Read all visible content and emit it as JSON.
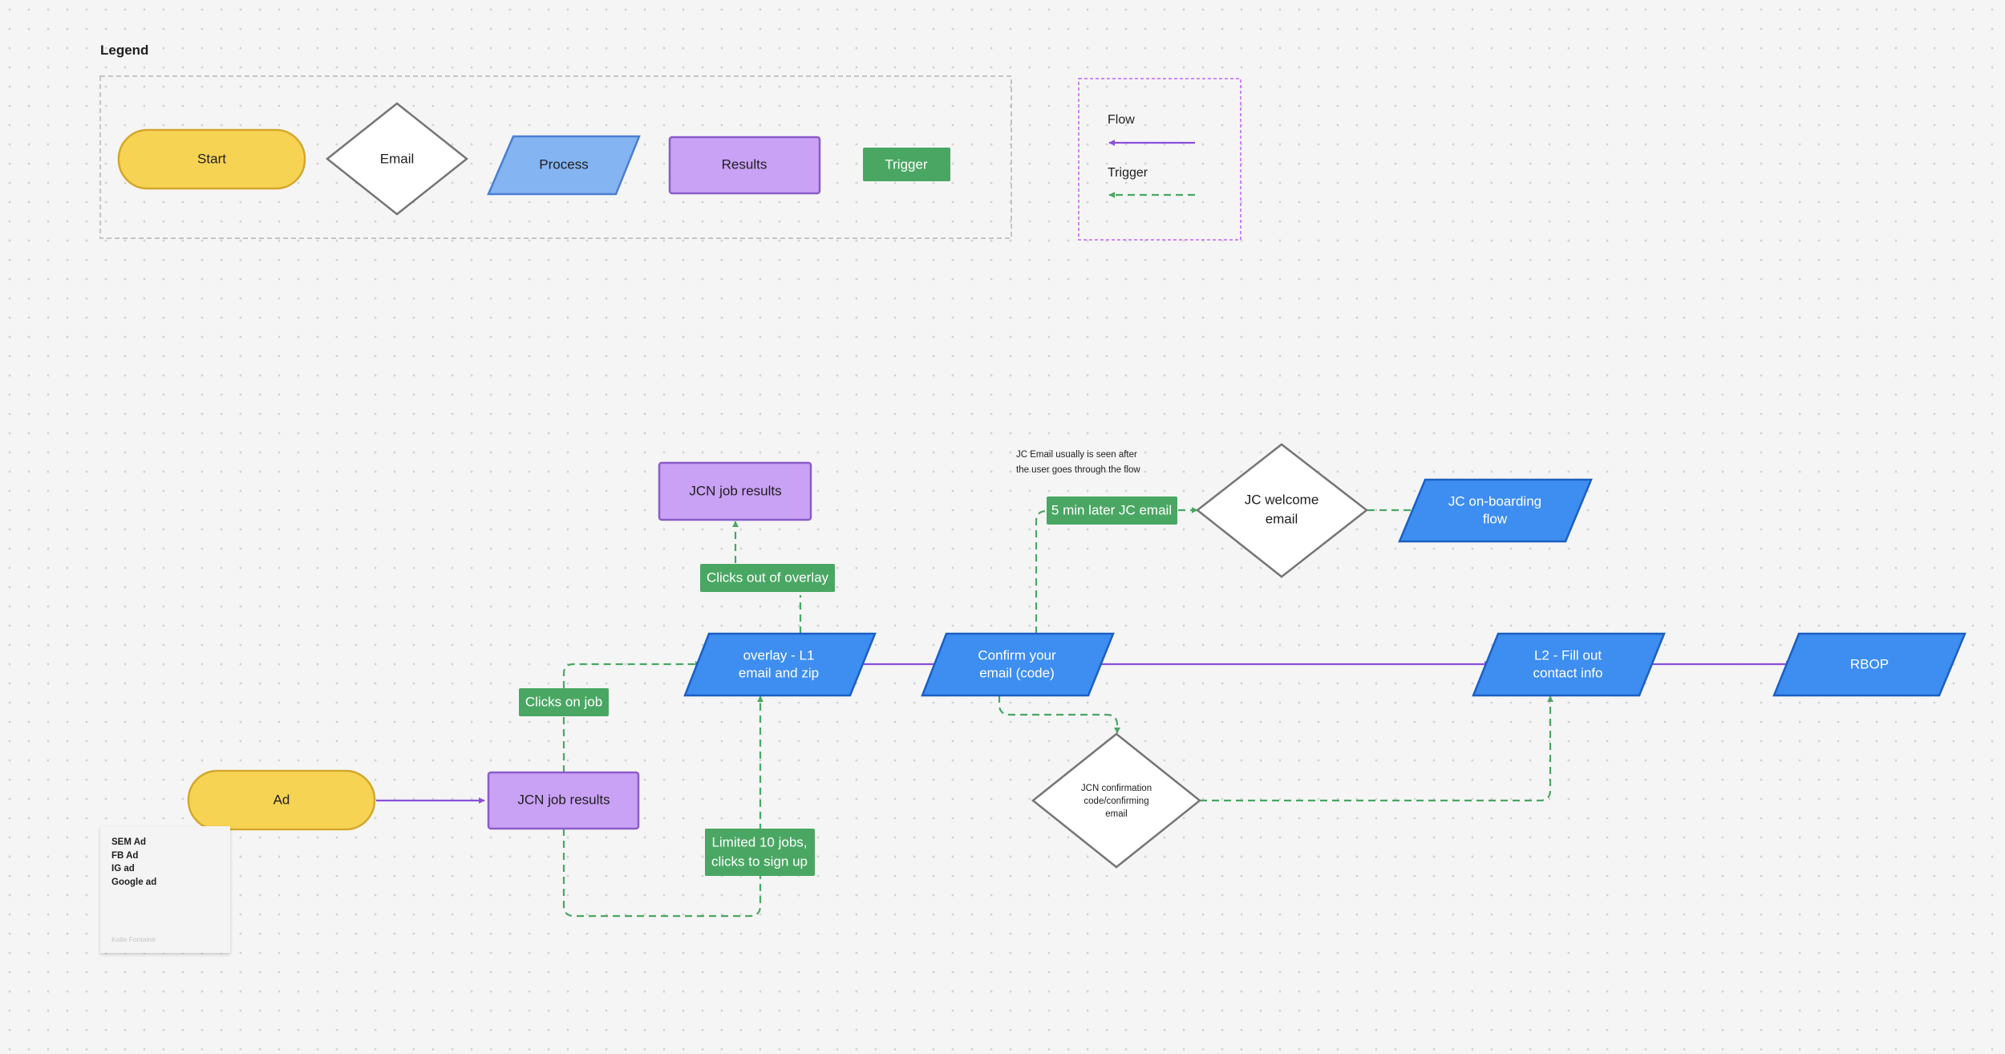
{
  "legend": {
    "title": "Legend",
    "shapes": {
      "start": "Start",
      "email": "Email",
      "process": "Process",
      "results": "Results",
      "trigger": "Trigger"
    },
    "lines": {
      "flow": "Flow",
      "trigger": "Trigger"
    }
  },
  "nodes": {
    "ad": "Ad",
    "jcn_results_main": "JCN job results",
    "jcn_results_top": "JCN job results",
    "overlay_l1": [
      "overlay - L1",
      "email and zip"
    ],
    "confirm_email": [
      "Confirm your",
      "email (code)"
    ],
    "jc_welcome_email": [
      "JC welcome",
      "email"
    ],
    "jc_onboarding": [
      "JC on-boarding",
      "flow"
    ],
    "jcn_confirmation_email": [
      "JCN confirmation",
      "code/confirming",
      "email"
    ],
    "l2_contact": [
      "L2 - Fill out",
      "contact info"
    ],
    "rbop": "RBOP"
  },
  "triggers": {
    "clicks_on_job": "Clicks on job",
    "clicks_out_overlay": "Clicks out of overlay",
    "limited_jobs": [
      "Limited 10 jobs,",
      "clicks to sign up"
    ],
    "five_min_email": "5 min later JC email"
  },
  "annotation": [
    "JC Email usually is seen after",
    "the user goes through the flow"
  ],
  "sticky_note": {
    "items": [
      "SEM Ad",
      "FB Ad",
      "IG ad",
      "Google ad"
    ],
    "author": "Katie Fontaine"
  },
  "colors": {
    "start": "#f7d354",
    "start_border": "#d4a72c",
    "process_legend": "#85b4f2",
    "process_legend_border": "#4a7fd0",
    "process": "#3d8ef0",
    "process_border": "#1c5fc2",
    "results": "#c9a1f5",
    "results_border": "#8b5cc9",
    "trigger": "#4aa763",
    "flow_line": "#8a4fdb",
    "trigger_line": "#4aa763",
    "diamond_border": "#757575"
  }
}
